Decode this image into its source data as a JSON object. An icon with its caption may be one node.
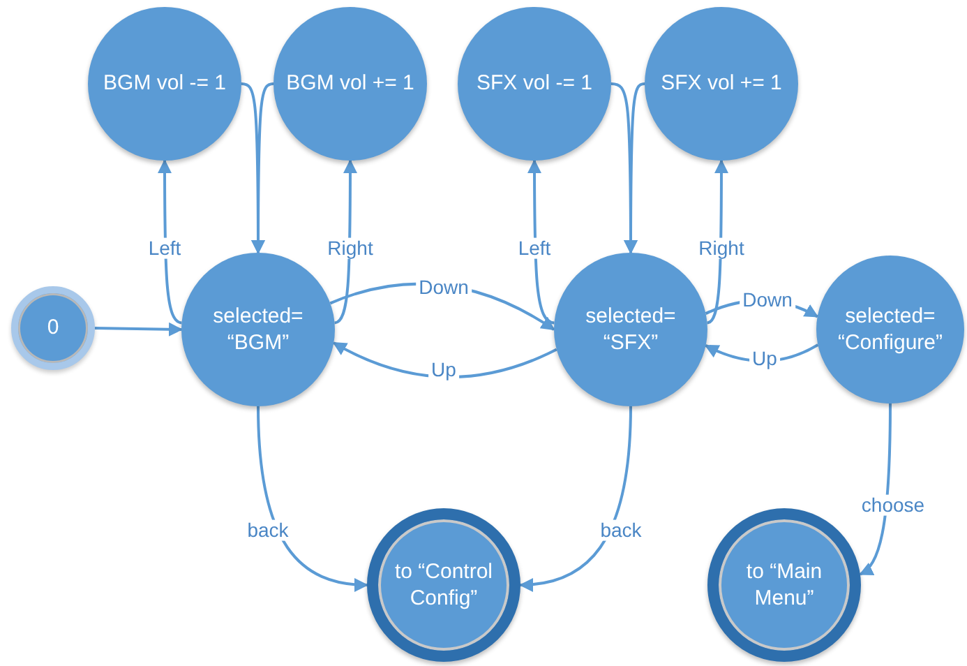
{
  "diagram": {
    "nodes": [
      {
        "text": [
          "BGM vol -= 1"
        ]
      },
      {
        "text": [
          "BGM vol += 1"
        ]
      },
      {
        "text": [
          "SFX vol -= 1"
        ]
      },
      {
        "text": [
          "SFX vol += 1"
        ]
      },
      {
        "text": [
          "0"
        ]
      },
      {
        "text": [
          "selected= “BGM”"
        ]
      },
      {
        "text": [
          "selected= “SFX”"
        ]
      },
      {
        "text": [
          "selected= “Configure”"
        ]
      },
      {
        "text": [
          "to “Control Config”"
        ]
      },
      {
        "text": [
          "to “Main Menu”"
        ]
      }
    ],
    "edges": [
      {
        "from": 4,
        "to": 5,
        "arrow": "to"
      },
      {
        "from": 5,
        "to": 0,
        "arrow": "to",
        "label": "Left"
      },
      {
        "from": 5,
        "to": 1,
        "arrow": "to",
        "label": "Right"
      },
      {
        "from": 0,
        "to": 5,
        "arrow": "to"
      },
      {
        "from": 1,
        "to": 5,
        "arrow": "to"
      },
      {
        "from": 5,
        "to": 6,
        "arrow": "to",
        "label": "Down"
      },
      {
        "from": 6,
        "to": 5,
        "arrow": "to",
        "label": "Up"
      },
      {
        "from": 6,
        "to": 2,
        "arrow": "to",
        "label": "Left"
      },
      {
        "from": 6,
        "to": 3,
        "arrow": "to",
        "label": "Right"
      },
      {
        "from": 2,
        "to": 6,
        "arrow": "to"
      },
      {
        "from": 3,
        "to": 6,
        "arrow": "to"
      },
      {
        "from": 6,
        "to": 7,
        "arrow": "to",
        "label": "Down"
      },
      {
        "from": 7,
        "to": 6,
        "arrow": "to",
        "label": "Up"
      },
      {
        "from": 5,
        "to": 8,
        "arrow": "to",
        "label": "back"
      },
      {
        "from": 6,
        "to": 8,
        "arrow": "to",
        "label": "back"
      },
      {
        "from": 7,
        "to": 9,
        "arrow": "to",
        "label": "choose"
      }
    ]
  }
}
